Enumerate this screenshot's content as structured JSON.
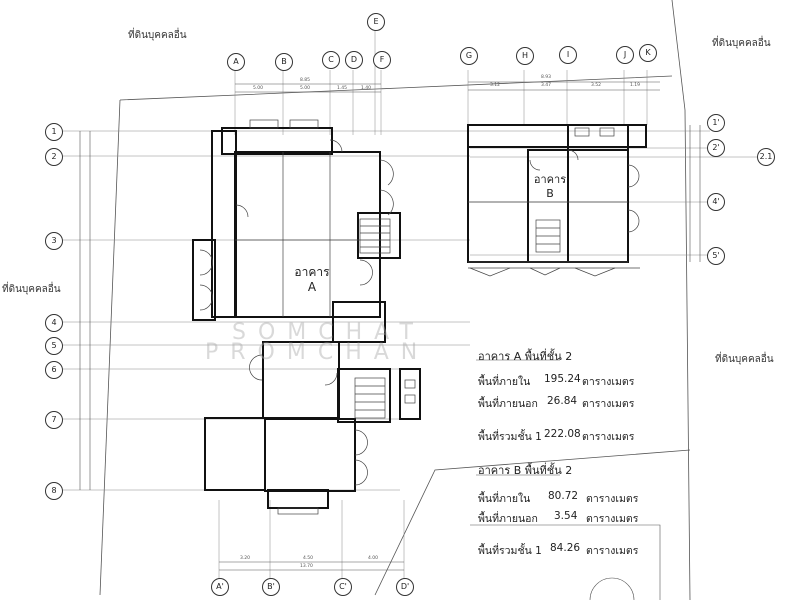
{
  "neighbor_labels": [
    "ที่ดินบุคคลอื่น",
    "ที่ดินบุคคลอื่น",
    "ที่ดินบุคคลอื่น",
    "ที่ดินบุคคลอื่น"
  ],
  "building_a_label": [
    "อาคาร",
    "A"
  ],
  "building_b_label": [
    "อาคาร",
    "B"
  ],
  "watermark": [
    "SOMCHAT",
    "PROMCHAN"
  ],
  "grid_top_a": [
    "A",
    "B",
    "C",
    "D",
    "E",
    "F"
  ],
  "grid_top_b": [
    "G",
    "H",
    "I",
    "J",
    "K"
  ],
  "grid_left": [
    "1",
    "2",
    "3",
    "4",
    "5",
    "6",
    "7",
    "8"
  ],
  "grid_right": [
    "1'",
    "2'",
    "2.1",
    "4'",
    "5'"
  ],
  "grid_bottom": [
    "A'",
    "B'",
    "C'",
    "D'"
  ],
  "dims": {
    "top_a_total": "8.85",
    "top_a": [
      "5.00",
      "5.00",
      "1.45",
      "1.40"
    ],
    "top_b_total": "8.93",
    "top_b": [
      "3.12",
      "3.47",
      "3.52",
      "1.19"
    ],
    "bottom_total": "13.70",
    "bottom": [
      "3.20",
      "4.50",
      "4.00"
    ]
  },
  "summary_a": {
    "title": "อาคาร A พื้นที่ชั้น 2",
    "rows": [
      {
        "label": "พื้นที่ภายใน",
        "value": "195.24",
        "unit": "ตารางเมตร"
      },
      {
        "label": "พื้นที่ภายนอก",
        "value": "26.84",
        "unit": "ตารางเมตร"
      },
      {
        "label": "พื้นที่รวมชั้น 1",
        "value": "222.08",
        "unit": "ตารางเมตร"
      }
    ]
  },
  "summary_b": {
    "title": "อาคาร B พื้นที่ชั้น 2",
    "rows": [
      {
        "label": "พื้นที่ภายใน",
        "value": "80.72",
        "unit": "ตารางเมตร"
      },
      {
        "label": "พื้นที่ภายนอก",
        "value": "3.54",
        "unit": "ตารางเมตร"
      },
      {
        "label": "พื้นที่รวมชั้น 1",
        "value": "84.26",
        "unit": "ตารางเมตร"
      }
    ]
  }
}
